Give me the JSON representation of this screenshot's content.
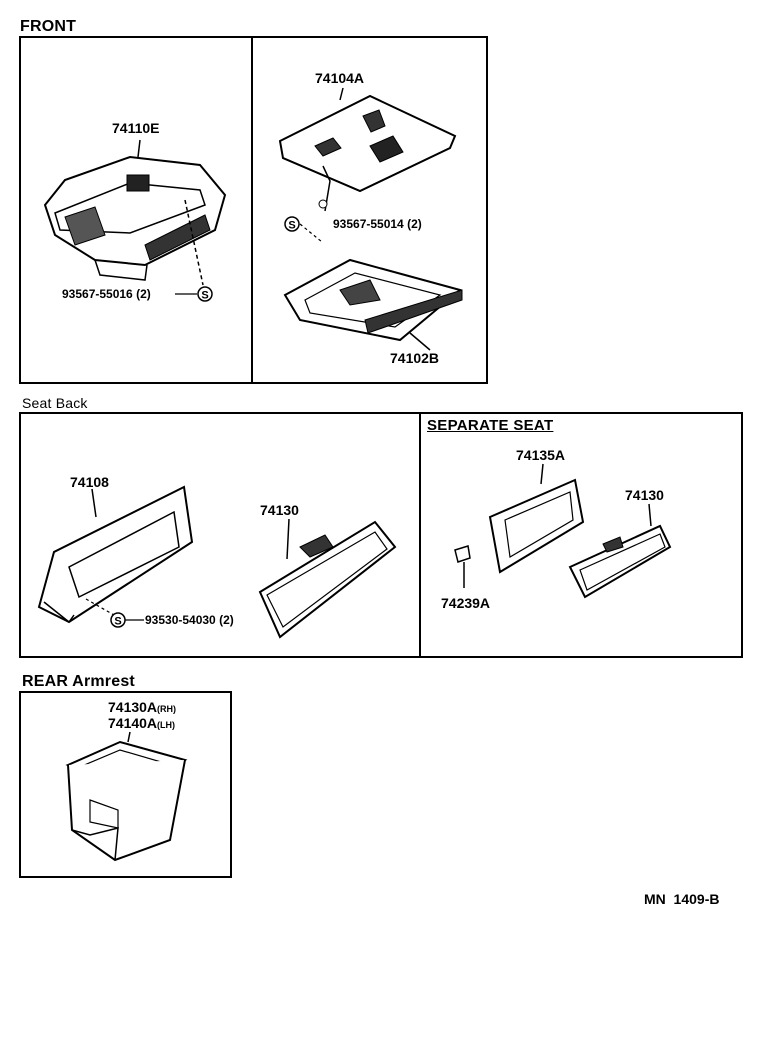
{
  "sections": {
    "front": {
      "title": "FRONT",
      "parts": {
        "p74110E": "74110E",
        "p74104A": "74104A",
        "p74102B": "74102B",
        "screw_a": "93567-55016 (2)",
        "screw_b": "93567-55014 (2)"
      }
    },
    "seat_back": {
      "title": "Seat Back",
      "parts": {
        "p74108": "74108",
        "p74130": "74130",
        "screw_c": "93530-54030 (2)"
      },
      "separate_seat": {
        "title": "SEPARATE SEAT",
        "parts": {
          "p74135A": "74135A",
          "p74130": "74130",
          "p74239A": "74239A"
        }
      }
    },
    "rear_armrest": {
      "title": "REAR Armrest",
      "parts": {
        "rh_code": "74130A",
        "rh_suffix": "(RH)",
        "lh_code": "74140A",
        "lh_suffix": "(LH)"
      }
    }
  },
  "screw_symbol": "S",
  "diagram_code": "MN  1409-B"
}
